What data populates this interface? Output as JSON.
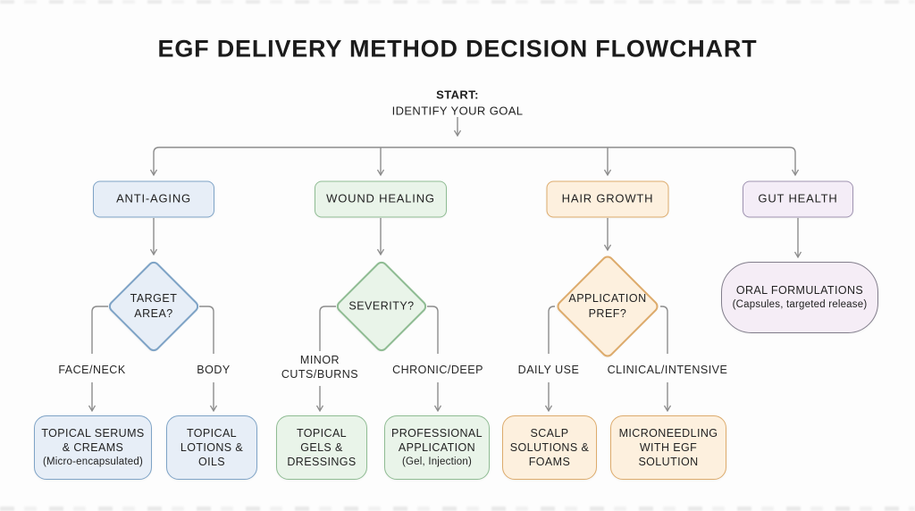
{
  "title": "EGF DELIVERY METHOD DECISION FLOWCHART",
  "start": {
    "line1": "START:",
    "line2": "IDENTIFY YOUR GOAL"
  },
  "branches": [
    {
      "label": "ANTI-AGING",
      "decision": "TARGET AREA?",
      "fill": "#e7eef7",
      "border": "#7ea3c6",
      "options": [
        {
          "label": "FACE/NECK",
          "result": "TOPICAL SERUMS & CREAMS",
          "result_sub": "(Micro-encapsulated)"
        },
        {
          "label": "BODY",
          "result": "TOPICAL LOTIONS & OILS"
        }
      ]
    },
    {
      "label": "WOUND HEALING",
      "decision": "SEVERITY?",
      "fill": "#e9f4e9",
      "border": "#8fbc93",
      "options": [
        {
          "label": "MINOR CUTS/BURNS",
          "result": "TOPICAL GELS & DRESSINGS"
        },
        {
          "label": "CHRONIC/DEEP",
          "result": "PROFESSIONAL APPLICATION",
          "result_sub": "(Gel, Injection)"
        }
      ]
    },
    {
      "label": "HAIR GROWTH",
      "decision": "APPLICATION PREF?",
      "fill": "#fdf0de",
      "border": "#ddab6c",
      "options": [
        {
          "label": "DAILY USE",
          "result": "SCALP SOLUTIONS & FOAMS"
        },
        {
          "label": "CLINICAL/INTENSIVE",
          "result": "MICRONEEDLING WITH EGF SOLUTION"
        }
      ]
    },
    {
      "label": "GUT HEALTH",
      "fill": "#f4edf7",
      "border": "#9f93b1",
      "result": "ORAL FORMULATIONS",
      "result_sub": "(Capsules, targeted release)"
    }
  ],
  "connector_color": "#8c8c8c"
}
